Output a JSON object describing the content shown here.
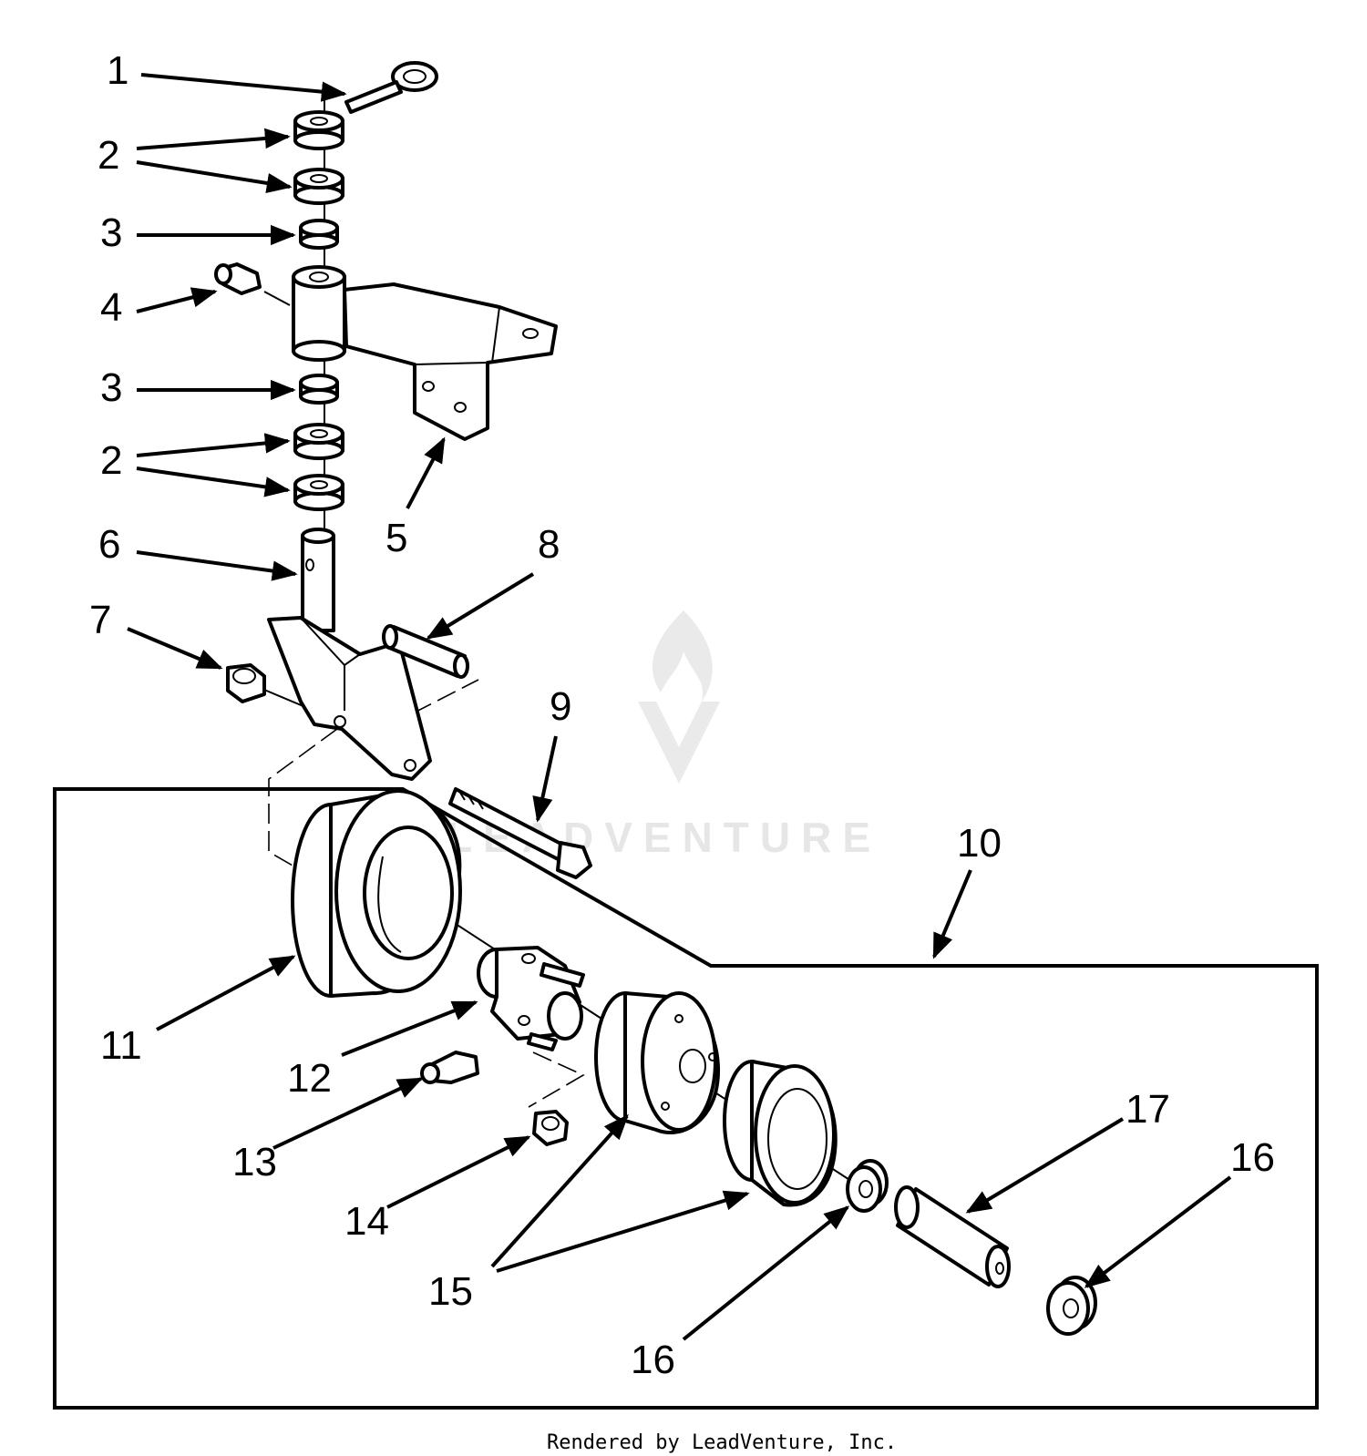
{
  "credit": "Rendered by LeadVenture, Inc.",
  "watermark": "LEADVENTURE",
  "callouts": [
    "1",
    "2",
    "3",
    "4",
    "5",
    "6",
    "7",
    "8",
    "9",
    "10",
    "11",
    "12",
    "13",
    "14",
    "15",
    "16",
    "17"
  ]
}
